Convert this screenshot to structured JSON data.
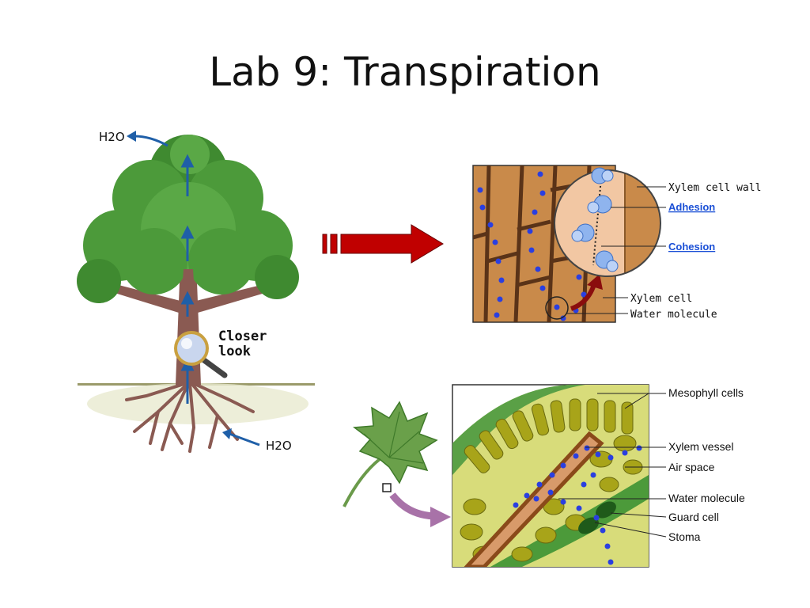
{
  "title": "Lab 9: Transpiration",
  "tree": {
    "h2o_top": "H2O",
    "h2o_bottom": "H2O",
    "closer_look_line1": "Closer",
    "closer_look_line2": "look"
  },
  "xylem_panel": {
    "labels": {
      "cell_wall": "Xylem cell wall",
      "adhesion": "Adhesion",
      "cohesion": "Cohesion",
      "xylem_cell": "Xylem cell",
      "water_molecule": "Water molecule"
    }
  },
  "leaf_panel": {
    "labels": {
      "mesophyll": "Mesophyll cells",
      "xylem_vessel": "Xylem vessel",
      "air_space": "Air space",
      "water_molecule": "Water molecule",
      "guard_cell": "Guard cell",
      "stoma": "Stoma"
    }
  },
  "colors": {
    "water_dot": "#2a3fe0",
    "arrow_blue": "#1f5fa8",
    "tree_green": "#4c9a3a",
    "trunk_brown": "#8a5a52",
    "xylem_tan": "#c98a4a",
    "big_arrow_red": "#c00000",
    "leaf_olive": "#a8a419",
    "purple_arrow": "#a872a8"
  }
}
